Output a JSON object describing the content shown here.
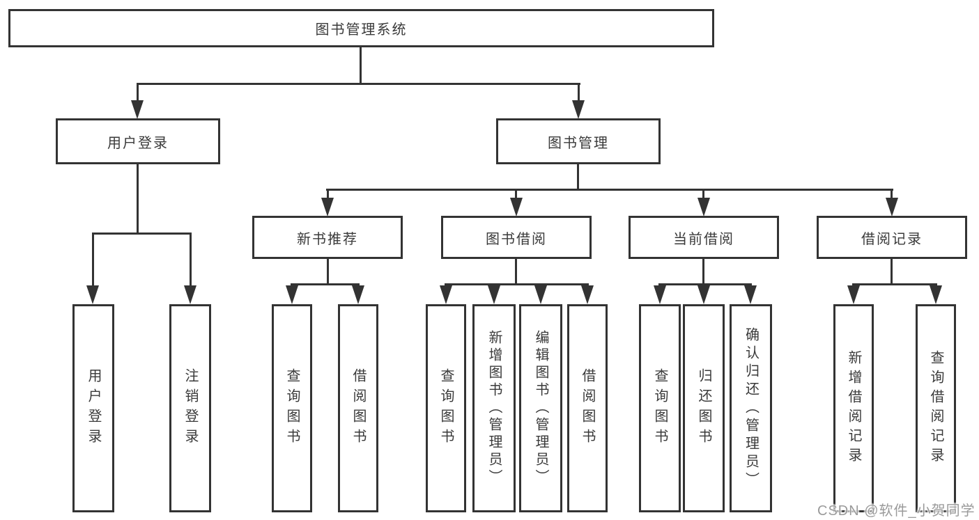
{
  "diagram_title": "图书管理系统",
  "watermark": "CSDN @软件_小贺同学",
  "colors": {
    "line": "#333333",
    "node_border": "#333333",
    "node_background": "#ffffff",
    "text": "#3a3a3a",
    "watermark": "#9a9a9a",
    "background": "#ffffff"
  },
  "nodes": {
    "root": "图书管理系统",
    "user_login": "用户登录",
    "book_management": "图书管理",
    "new_book_recommend": "新书推荐",
    "book_borrowing": "图书借阅",
    "current_borrowing": "当前借阅",
    "borrowing_records": "借阅记录",
    "leaf_user_login": "用户登录",
    "leaf_logout": "注销登录",
    "leaf_query_books_1": "查询图书",
    "leaf_borrow_books_1": "借阅图书",
    "leaf_query_books_2": "查询图书",
    "leaf_add_books_admin": "新增图书（管理员）",
    "leaf_edit_books_admin": "编辑图书（管理员）",
    "leaf_borrow_books_2": "借阅图书",
    "leaf_query_books_3": "查询图书",
    "leaf_return_books": "归还图书",
    "leaf_confirm_return_admin": "确认归还（管理员）",
    "leaf_add_borrow_record": "新增借阅记录",
    "leaf_query_borrow_record": "查询借阅记录"
  },
  "hierarchy": {
    "root": [
      "user_login",
      "book_management"
    ],
    "user_login": [
      "leaf_user_login",
      "leaf_logout"
    ],
    "book_management": [
      "new_book_recommend",
      "book_borrowing",
      "current_borrowing",
      "borrowing_records"
    ],
    "new_book_recommend": [
      "leaf_query_books_1",
      "leaf_borrow_books_1"
    ],
    "book_borrowing": [
      "leaf_query_books_2",
      "leaf_add_books_admin",
      "leaf_edit_books_admin",
      "leaf_borrow_books_2"
    ],
    "current_borrowing": [
      "leaf_query_books_3",
      "leaf_return_books",
      "leaf_confirm_return_admin"
    ],
    "borrowing_records": [
      "leaf_add_borrow_record",
      "leaf_query_borrow_record"
    ]
  }
}
